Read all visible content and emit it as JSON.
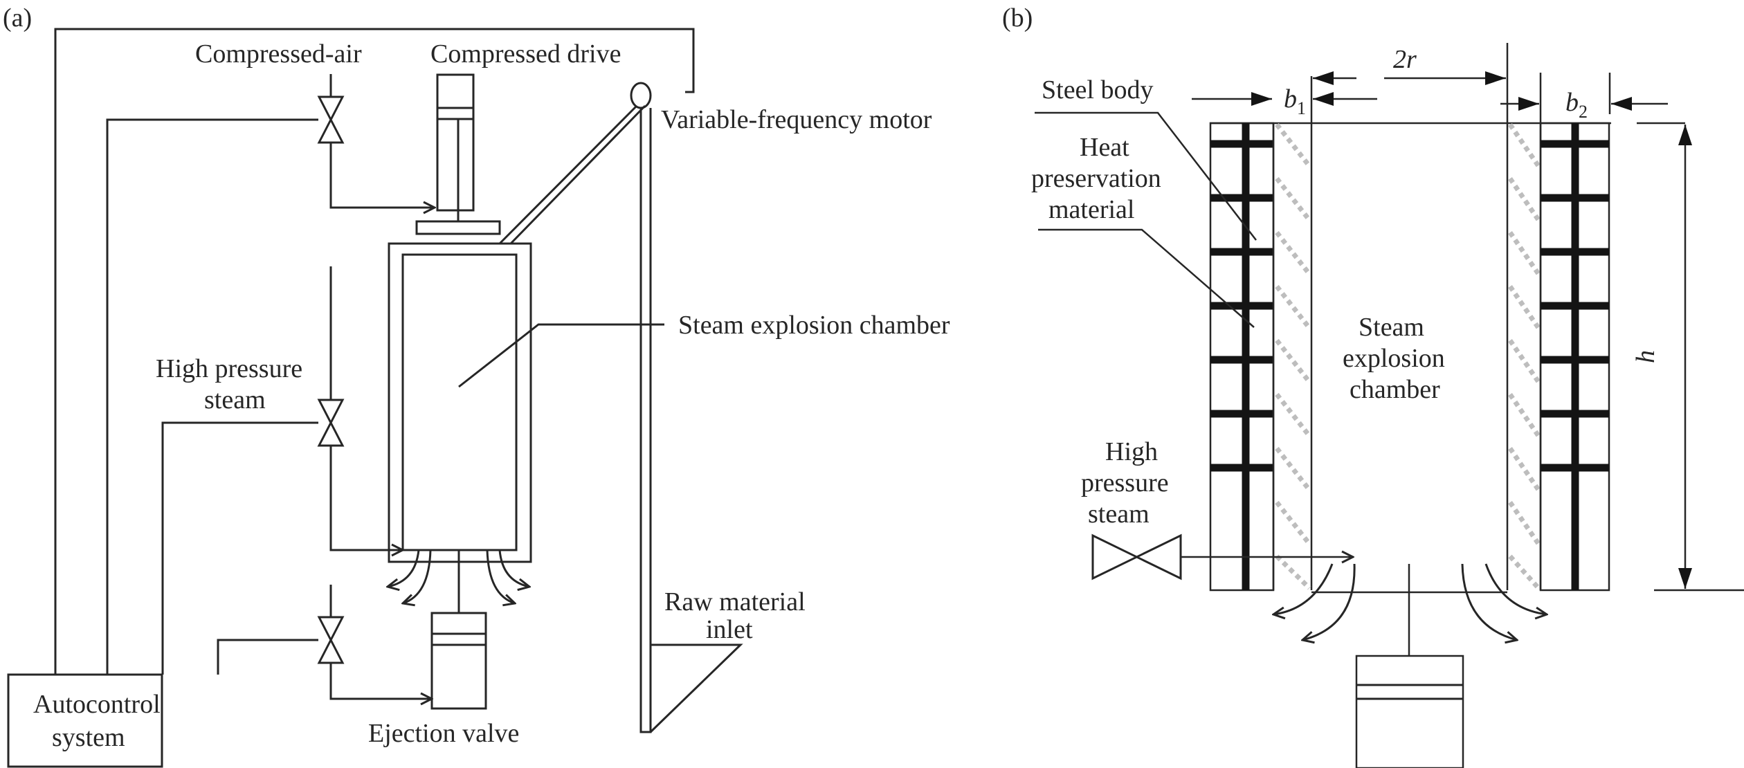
{
  "panel_a": {
    "label": "(a)",
    "labels": {
      "compressed_air": "Compressed-air",
      "compressed_drive": "Compressed drive",
      "motor": "Variable-frequency motor",
      "chamber": "Steam explosion chamber",
      "hp_steam_line1": "High pressure",
      "hp_steam_line2": "steam",
      "raw_line1": "Raw material",
      "raw_line2": "inlet",
      "autocontrol_line1": "Autocontrol",
      "autocontrol_line2": "system",
      "ejection": "Ejection valve"
    }
  },
  "panel_b": {
    "label": "(b)",
    "labels": {
      "steel_body": "Steel body",
      "heat_line1": "Heat",
      "heat_line2": "preservation",
      "heat_line3": "material",
      "chamber_line1": "Steam",
      "chamber_line2": "explosion",
      "chamber_line3": "chamber",
      "hp_line1": "High",
      "hp_line2": "pressure",
      "hp_line3": "steam"
    },
    "dimensions": {
      "b1_base": "b",
      "b1_sub": "1",
      "b2_base": "b",
      "b2_sub": "2",
      "diameter": "2r",
      "height": "h"
    }
  },
  "colors": {
    "line": "#262626",
    "wall": "#141414",
    "hatch": "#bdbdbd"
  }
}
